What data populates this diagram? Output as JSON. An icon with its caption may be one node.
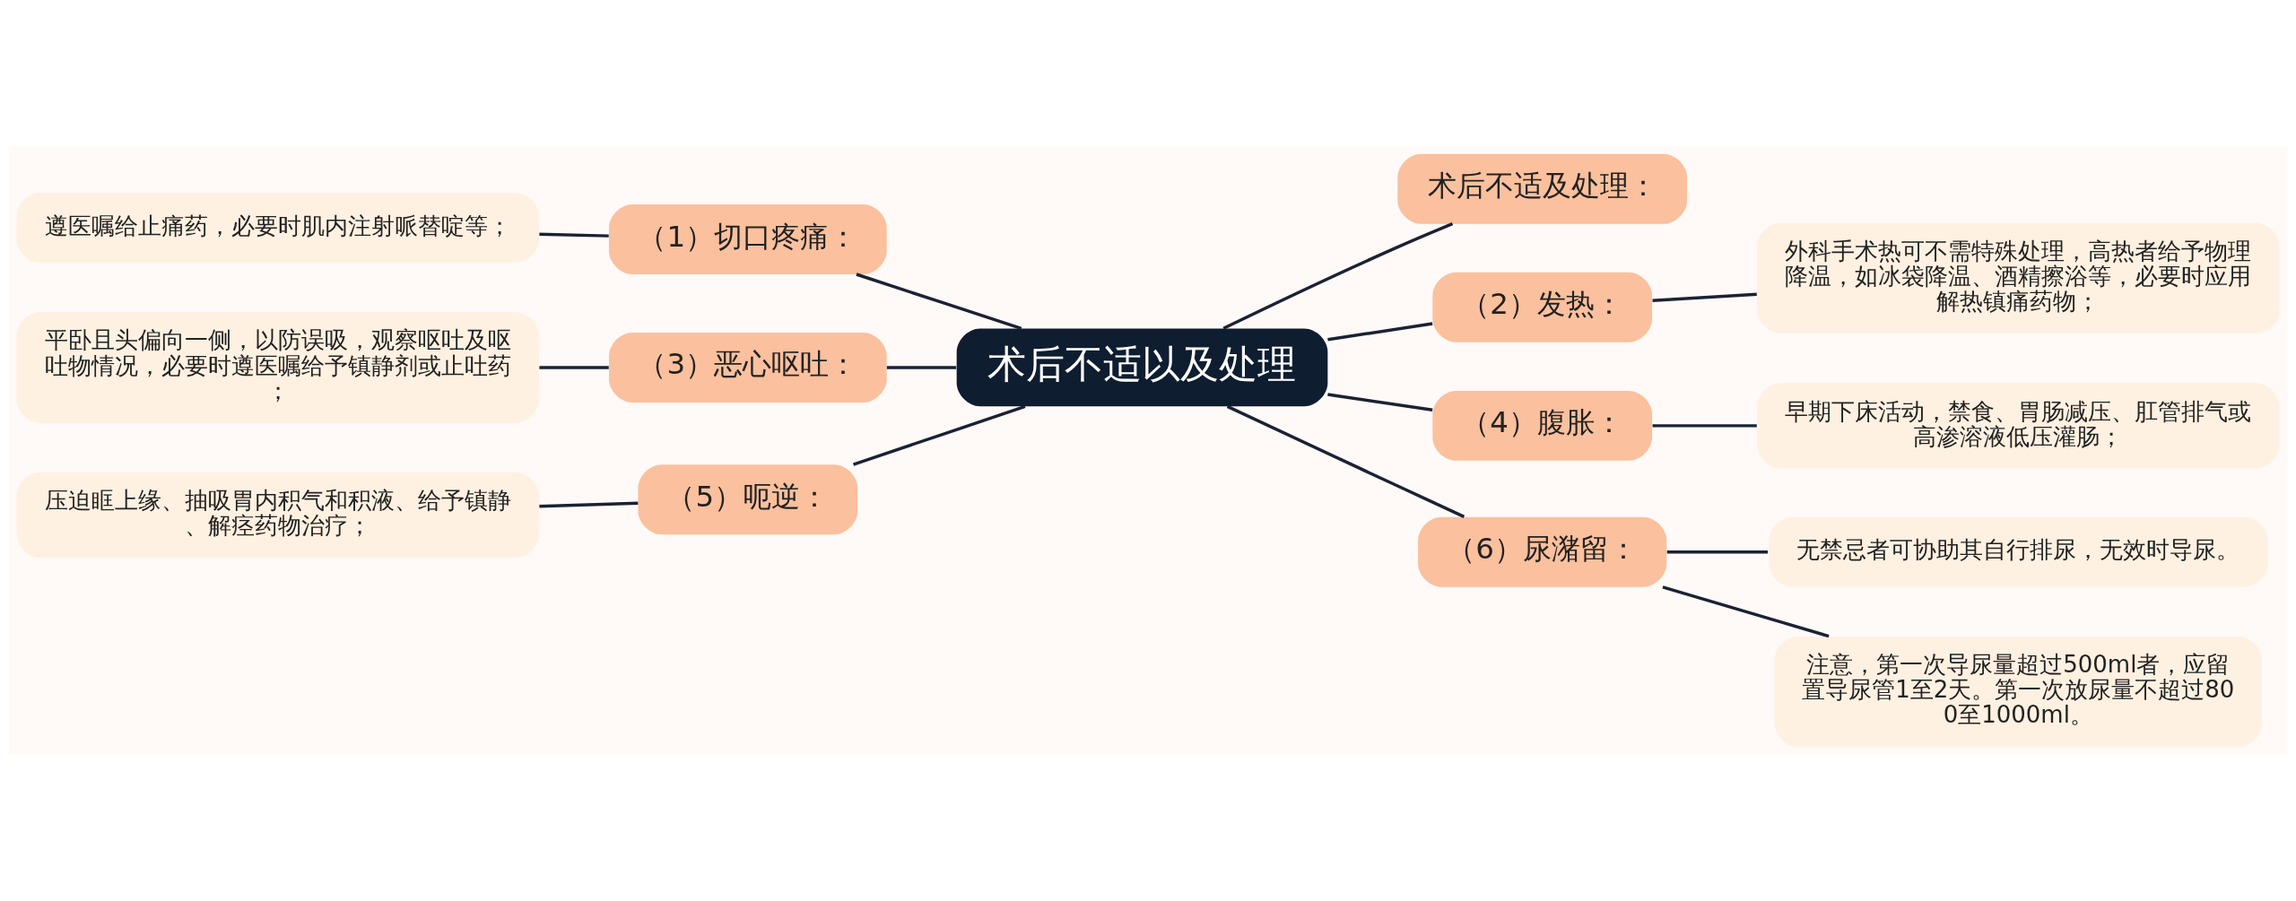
{
  "diagram": {
    "nodes": [
      {
        "text": [
          "术后不适以及处理"
        ]
      },
      {
        "text": [
          "术后不适及处理："
        ]
      },
      {
        "text": [
          "（1）切口疼痛："
        ]
      },
      {
        "text": [
          "遵医嘱给止痛药，必要时肌内注射哌替啶等；"
        ]
      },
      {
        "text": [
          "（2）发热："
        ]
      },
      {
        "text": [
          "外科手术热可不需特殊处理，高热者给予物理降温，如冰袋降温、酒精擦浴等，必要时应用解热镇痛药物；"
        ]
      },
      {
        "text": [
          "（3）恶心呕吐："
        ]
      },
      {
        "text": [
          "平卧且头偏向一侧，以防误吸，观察呕吐及呕吐物情况，必要时遵医嘱给予镇静剂或止吐药；"
        ]
      },
      {
        "text": [
          "（4）腹胀："
        ]
      },
      {
        "text": [
          "早期下床活动，禁食、胃肠减压、肛管排气或高渗溶液低压灌肠；"
        ]
      },
      {
        "text": [
          "（5）呃逆："
        ]
      },
      {
        "text": [
          "压迫眶上缘、抽吸胃内积气和积液、给予镇静、解痉药物治疗；"
        ]
      },
      {
        "text": [
          "（6）尿潴留："
        ]
      },
      {
        "text": [
          "无禁忌者可协助其自行排尿，无效时导尿。"
        ]
      },
      {
        "text": [
          "注意，第一次导尿量超过500ml者，应留置导尿管1至2天。第一次放尿量不超过800至1000ml。"
        ]
      }
    ],
    "edges": [
      {
        "from": 0,
        "to": 1,
        "arrow": "none"
      },
      {
        "from": 3,
        "to": 2,
        "arrow": "none"
      },
      {
        "from": 2,
        "to": 0,
        "arrow": "none"
      },
      {
        "from": 0,
        "to": 4,
        "arrow": "none"
      },
      {
        "from": 4,
        "to": 5,
        "arrow": "none"
      },
      {
        "from": 7,
        "to": 6,
        "arrow": "none"
      },
      {
        "from": 6,
        "to": 0,
        "arrow": "none"
      },
      {
        "from": 0,
        "to": 8,
        "arrow": "none"
      },
      {
        "from": 8,
        "to": 9,
        "arrow": "none"
      },
      {
        "from": 11,
        "to": 10,
        "arrow": "none"
      },
      {
        "from": 10,
        "to": 0,
        "arrow": "none"
      },
      {
        "from": 0,
        "to": 12,
        "arrow": "none"
      },
      {
        "from": 12,
        "to": 13,
        "arrow": "none"
      },
      {
        "from": 12,
        "to": 14,
        "arrow": "none"
      }
    ]
  }
}
